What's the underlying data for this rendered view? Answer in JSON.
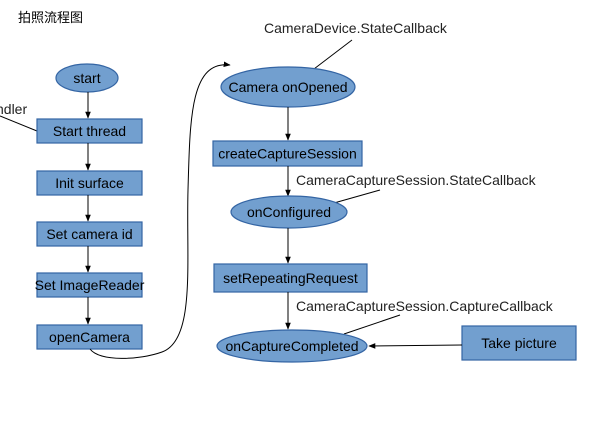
{
  "title": "拍照流程图",
  "colors": {
    "node_fill": "#729fcf",
    "node_stroke": "#3465a4",
    "line": "#000000"
  },
  "left_column": {
    "handler_label_fragment": "ndler",
    "nodes": [
      "start",
      "Start thread",
      "Init surface",
      "Set camera id",
      "Set ImageReader",
      "openCamera"
    ]
  },
  "right_column": {
    "callbacks": {
      "device_state": "CameraDevice.StateCallback",
      "session_state": "CameraCaptureSession.StateCallback",
      "capture": "CameraCaptureSession.CaptureCallback"
    },
    "nodes": [
      "Camera onOpened",
      "createCaptureSession",
      "onConfigured",
      "setRepeatingRequest",
      "onCaptureCompleted"
    ],
    "take_picture": "Take picture"
  }
}
